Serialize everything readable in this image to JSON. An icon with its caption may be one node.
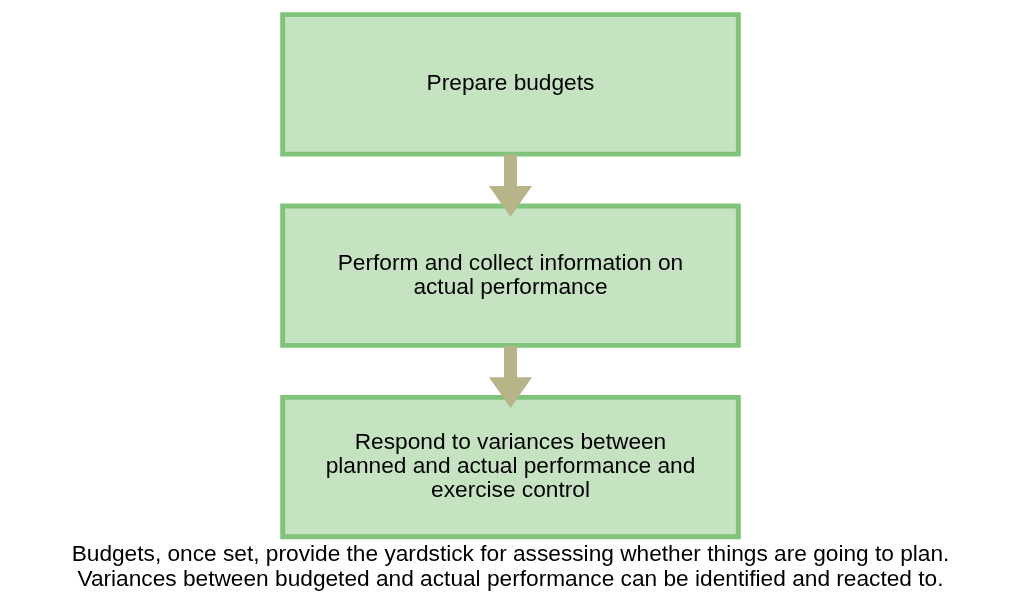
{
  "diagram": {
    "caption": "Budgets, once set, provide the yardstick for assessing whether things are going to plan. Variances between budgeted and actual performance can be identified and reacted to.",
    "nodes": [
      {
        "text": [
          "Prepare budgets"
        ]
      },
      {
        "text": [
          "Perform and collect information on actual performance"
        ]
      },
      {
        "text": [
          "Respond to variances between planned and actual performance and exercise control"
        ]
      }
    ],
    "edges": [
      {
        "from": 0,
        "to": 1,
        "arrow": "to"
      },
      {
        "from": 1,
        "to": 2,
        "arrow": "to"
      }
    ]
  }
}
